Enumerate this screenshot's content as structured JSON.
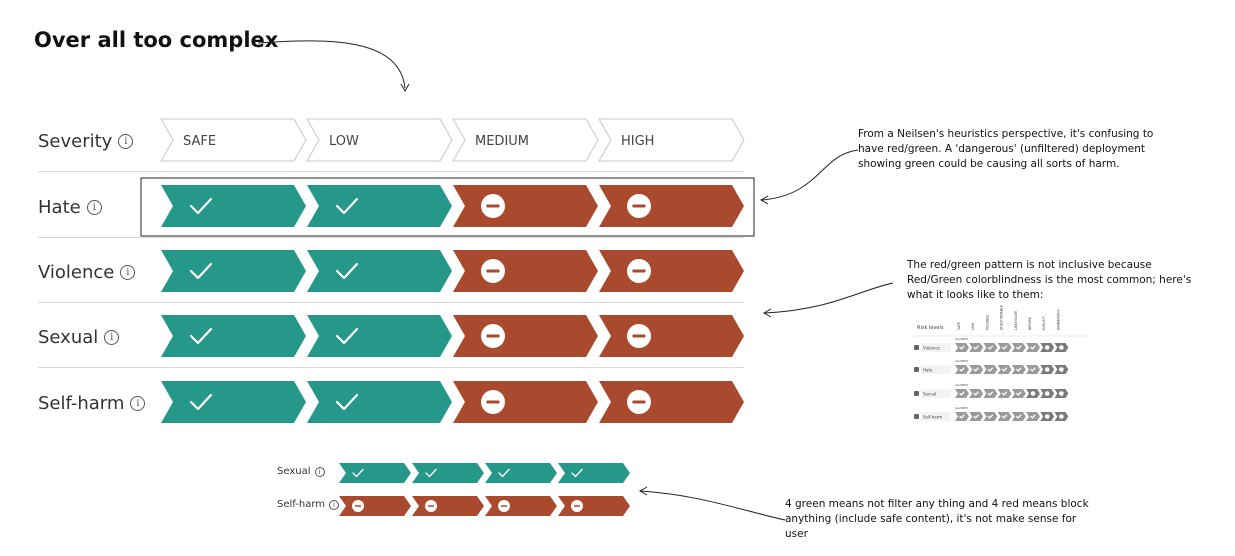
{
  "page": {
    "title": "Over all too complex"
  },
  "severity": {
    "label": "Severity",
    "info": "i",
    "levels": [
      "SAFE",
      "LOW",
      "MEDIUM",
      "HIGH"
    ]
  },
  "categories": [
    {
      "label": "Hate",
      "states": [
        "allow",
        "allow",
        "block",
        "block"
      ]
    },
    {
      "label": "Violence",
      "states": [
        "allow",
        "allow",
        "block",
        "block"
      ]
    },
    {
      "label": "Sexual",
      "states": [
        "allow",
        "allow",
        "block",
        "block"
      ]
    },
    {
      "label": "Self-harm",
      "states": [
        "allow",
        "allow",
        "block",
        "block"
      ]
    }
  ],
  "mini": [
    {
      "label": "Sexual",
      "states": [
        "allow",
        "allow",
        "allow",
        "allow"
      ]
    },
    {
      "label": "Self-harm",
      "states": [
        "block",
        "block",
        "block",
        "block"
      ]
    }
  ],
  "notes": {
    "heuristics": "From a Neilsen's heuristics perspective, it's confusing to have red/green. A 'dangerous' (unfiltered) deployment showing green could be causing all sorts of harm.",
    "colorblind": "The red/green pattern is not inclusive because Red/Green colorblindness is the most common; here's what it looks like to them:",
    "filter": "4 green means not filter any thing and 4 red means block anything (include safe content), it's not make sense for user"
  },
  "thumbnail": {
    "header": "Risk levels",
    "columns": [
      "SAFE",
      "LOW",
      "POSSIBLE",
      "QUESTIONABLE",
      "LIKELY/SAFE",
      "BEFORE",
      "EXPLICIT",
      "DANGEROUS"
    ],
    "rows": [
      "Violence",
      "Hate",
      "Sexual",
      "Self-harm"
    ],
    "tags": [
      "ALLOWED",
      "BLOCKED"
    ]
  },
  "colors": {
    "allow": "#26988a",
    "block": "#a94a2f",
    "header_border": "#c8c8c8",
    "grey_dark": "#7a7a7a",
    "grey_light": "#9a9a9a"
  }
}
